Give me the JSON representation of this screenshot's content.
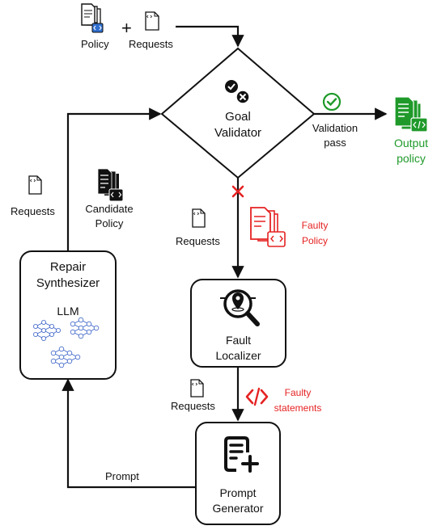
{
  "inputs": {
    "policy": "Policy",
    "plus": "+",
    "requests": "Requests"
  },
  "goal_validator": {
    "line1": "Goal",
    "line2": "Validator"
  },
  "validation": {
    "line1": "Validation",
    "line2": "pass"
  },
  "output": {
    "line1": "Output",
    "line2": "policy"
  },
  "left_requests": "Requests",
  "candidate": {
    "line1": "Candidate",
    "line2": "Policy"
  },
  "mid_requests": "Requests",
  "faulty_policy": {
    "line1": "Faulty",
    "line2": "Policy"
  },
  "repair": {
    "line1": "Repair",
    "line2": "Synthesizer",
    "llm": "LLM"
  },
  "fault_localizer": {
    "line1": "Fault",
    "line2": "Localizer"
  },
  "low_requests": "Requests",
  "faulty_statements": {
    "line1": "Faulty",
    "line2": "statements"
  },
  "prompt_label": "Prompt",
  "prompt_generator": {
    "line1": "Prompt",
    "line2": "Generator"
  },
  "colors": {
    "green": "#1f9a2a",
    "red": "#e52222",
    "black": "#111111",
    "blue": "#3a63c8"
  }
}
